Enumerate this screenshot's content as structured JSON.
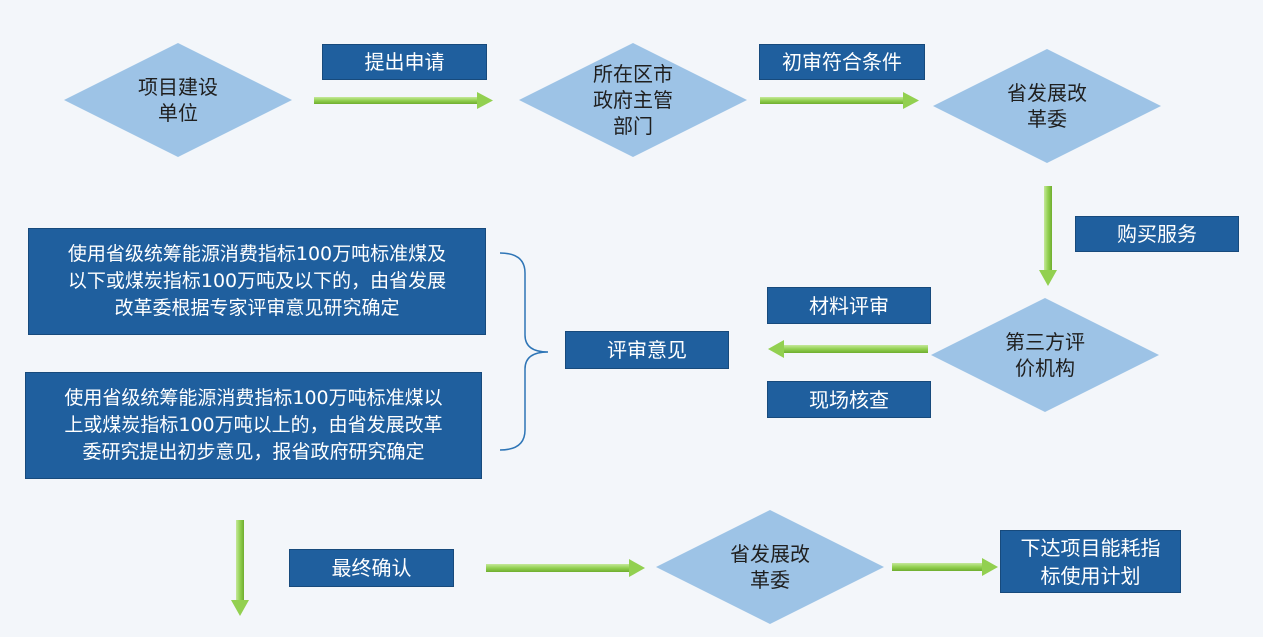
{
  "colors": {
    "diamond": "#9dc3e6",
    "box": "#1f5f9e",
    "arrow": "#92d050",
    "bracket": "#2e75b6"
  },
  "nodes": {
    "project_unit": "项目建设\n单位",
    "city_dept": "所在区市\n政府主管\n部门",
    "province_ndrc_top": "省发展改\n革委",
    "third_party": "第三方评\n价机构",
    "province_ndrc_bottom": "省发展改\n革委"
  },
  "labels": {
    "submit_application": "提出申请",
    "initial_review": "初审符合条件",
    "purchase_service": "购买服务",
    "material_review": "材料评审",
    "site_verification": "现场核查",
    "review_opinion": "评审意见",
    "final_confirmation": "最终确认",
    "issue_plan": "下达项目能耗指\n标使用计划"
  },
  "conditions": {
    "below_threshold": "使用省级统筹能源消费指标100万吨标准煤及\n以下或煤炭指标100万吨及以下的，由省发展\n改革委根据专家评审意见研究确定",
    "above_threshold": "使用省级统筹能源消费指标100万吨标准煤以\n上或煤炭指标100万吨以上的，由省发展改革\n委研究提出初步意见，报省政府研究确定"
  }
}
